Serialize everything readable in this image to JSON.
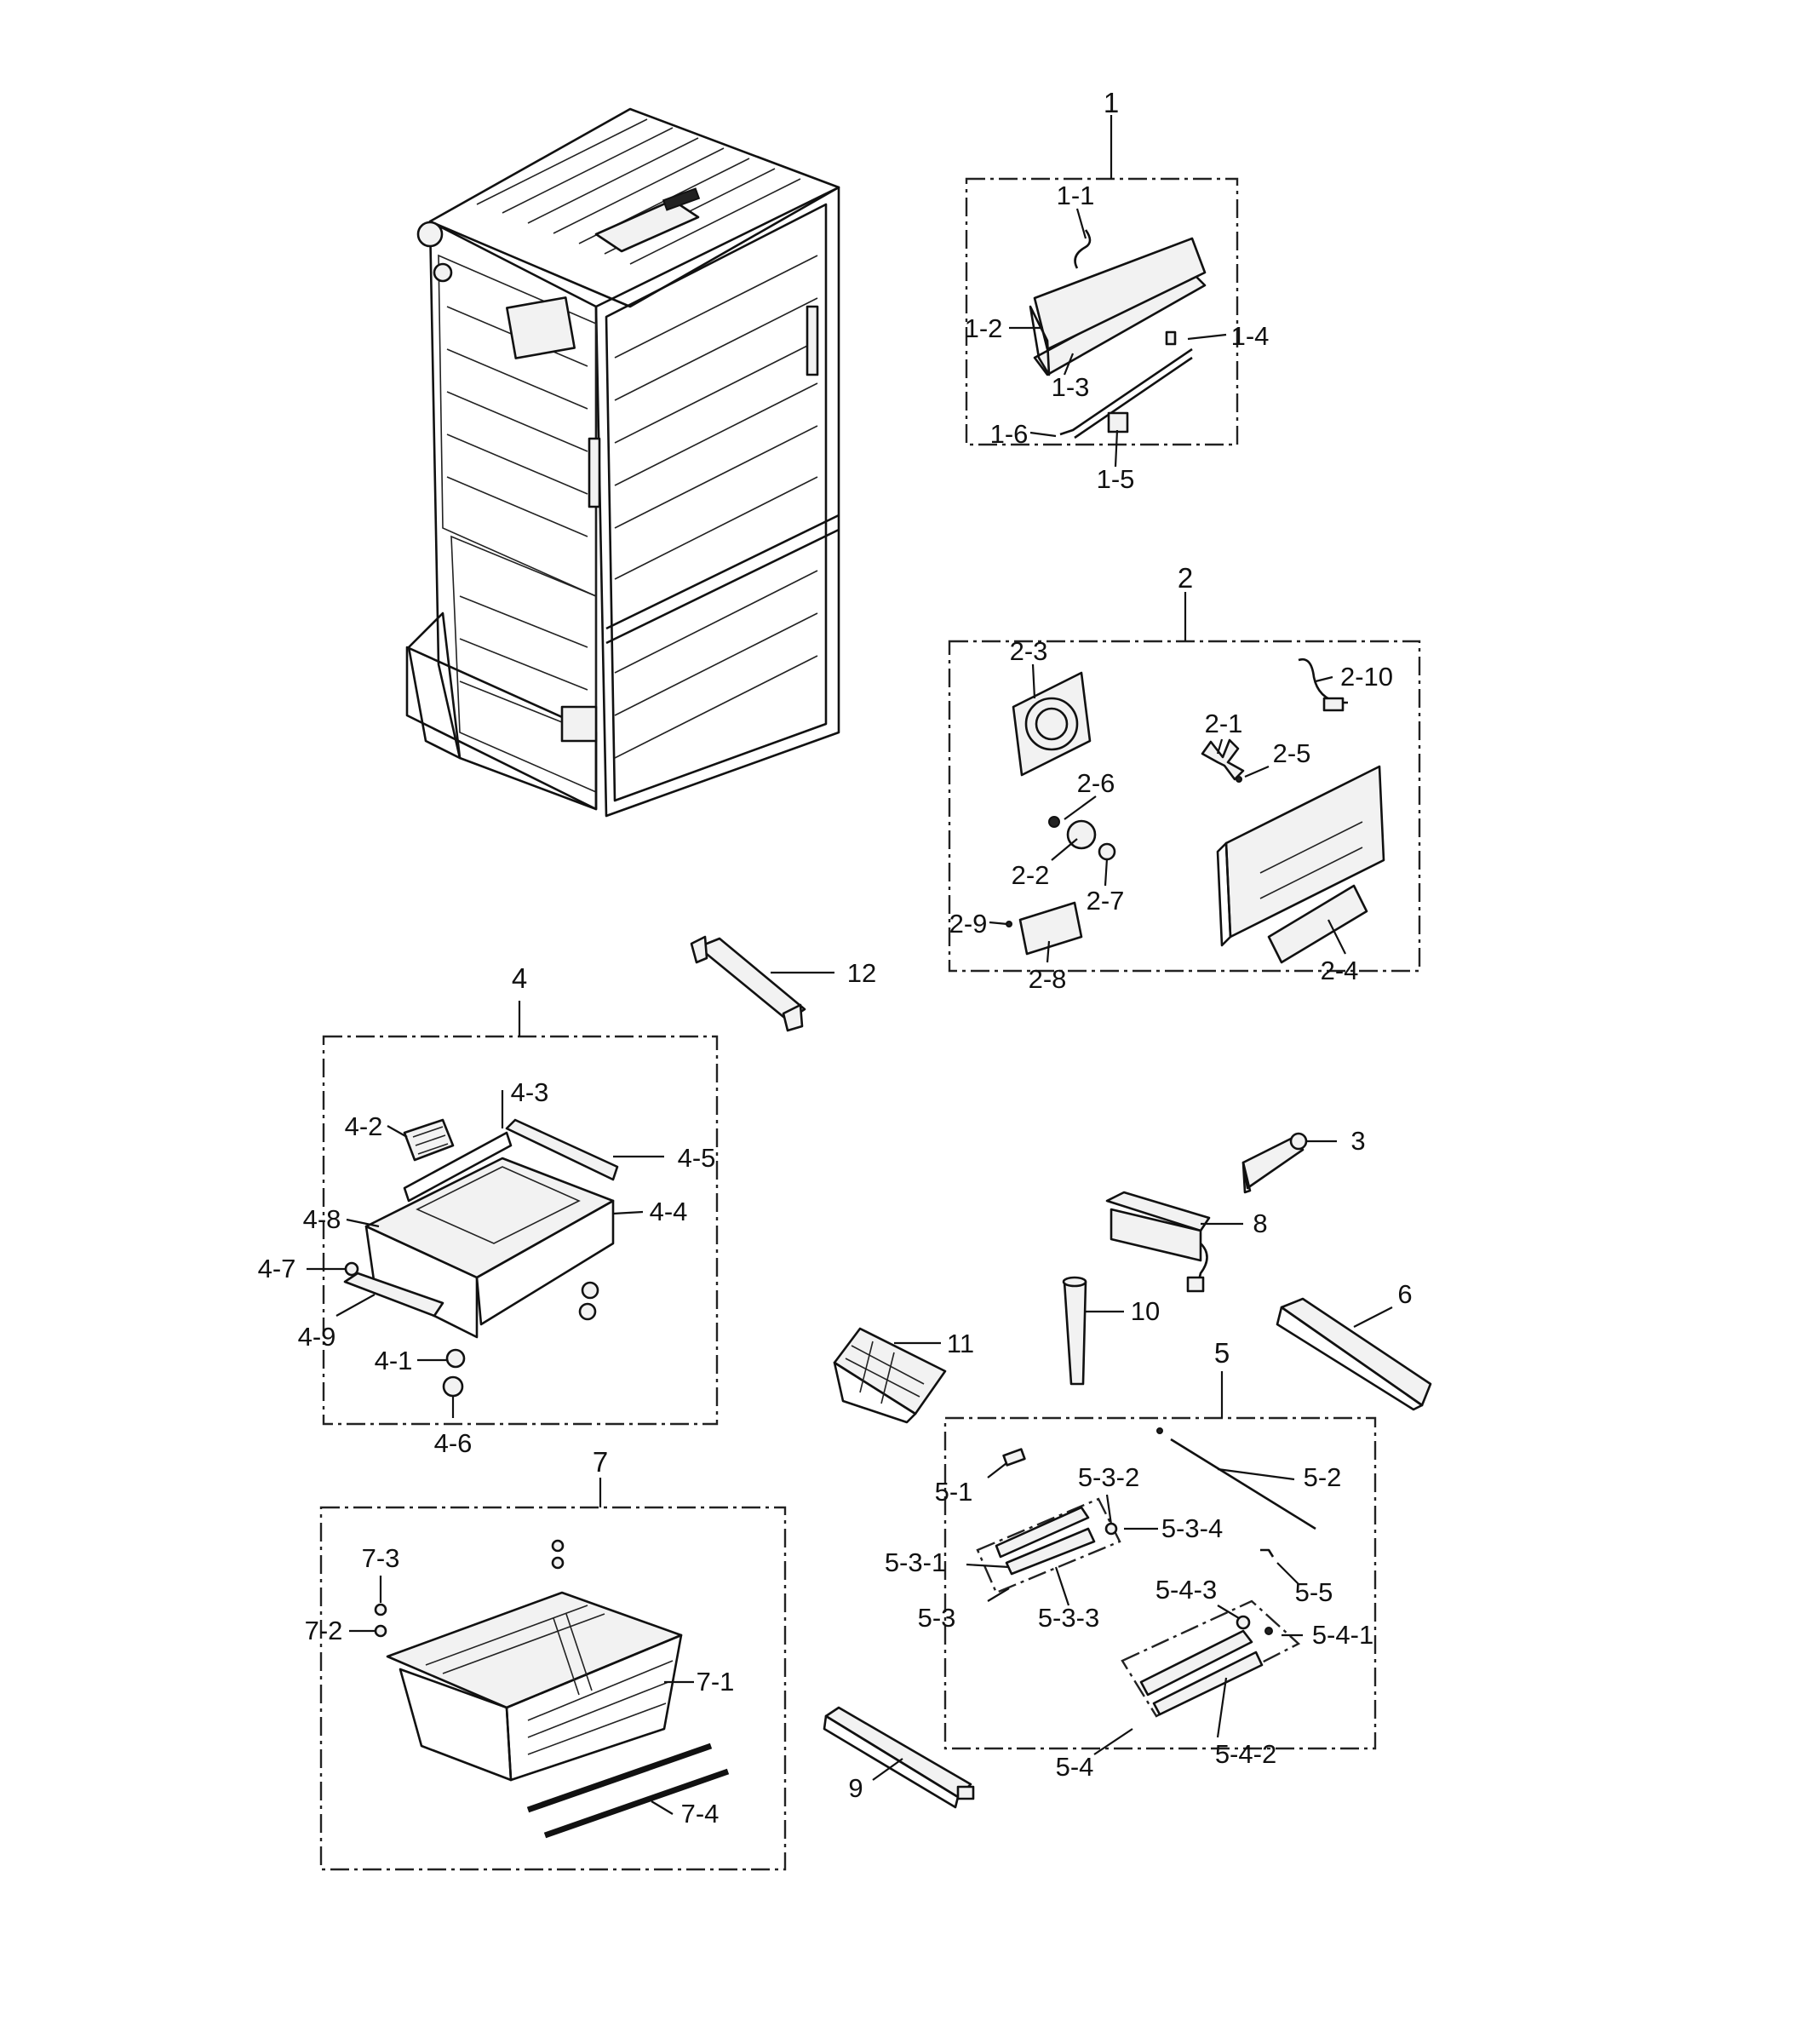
{
  "groups": {
    "g1": "1",
    "g2": "2",
    "g4": "4",
    "g5": "5",
    "g7": "7"
  },
  "labels": {
    "l1_1": "1-1",
    "l1_2": "1-2",
    "l1_3": "1-3",
    "l1_4": "1-4",
    "l1_5": "1-5",
    "l1_6": "1-6",
    "l2_1": "2-1",
    "l2_2": "2-2",
    "l2_3": "2-3",
    "l2_4": "2-4",
    "l2_5": "2-5",
    "l2_6": "2-6",
    "l2_7": "2-7",
    "l2_8": "2-8",
    "l2_9": "2-9",
    "l2_10": "2-10",
    "l3": "3",
    "l4_1": "4-1",
    "l4_2": "4-2",
    "l4_3": "4-3",
    "l4_4": "4-4",
    "l4_5": "4-5",
    "l4_6": "4-6",
    "l4_7": "4-7",
    "l4_8": "4-8",
    "l4_9": "4-9",
    "l5_1": "5-1",
    "l5_2": "5-2",
    "l5_3": "5-3",
    "l5_3_1": "5-3-1",
    "l5_3_2": "5-3-2",
    "l5_3_3": "5-3-3",
    "l5_3_4": "5-3-4",
    "l5_4": "5-4",
    "l5_4_1": "5-4-1",
    "l5_4_2": "5-4-2",
    "l5_4_3": "5-4-3",
    "l5_5": "5-5",
    "l6": "6",
    "l7_1": "7-1",
    "l7_2": "7-2",
    "l7_3": "7-3",
    "l7_4": "7-4",
    "l8": "8",
    "l9": "9",
    "l10": "10",
    "l11": "11",
    "l12": "12"
  }
}
